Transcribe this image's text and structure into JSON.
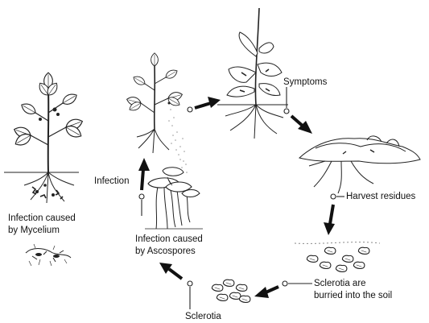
{
  "labels": {
    "symptoms": "Symptoms",
    "harvest_residues": "Harvest residues",
    "sclerotia_buried_line1": "Sclerotia are",
    "sclerotia_buried_line2": "burried into the soil",
    "sclerotia": "Sclerotia",
    "infection_ascospores_line1": "Infection caused",
    "infection_ascospores_line2": "by Ascospores",
    "infection": "Infection",
    "infection_mycelium_line1": "Infection caused",
    "infection_mycelium_line2": "by Mycelium"
  },
  "colors": {
    "ink": "#111111",
    "stroke": "#222222",
    "arrow": "#111111",
    "paper": "#ffffff",
    "soil_dots": "#888888"
  }
}
